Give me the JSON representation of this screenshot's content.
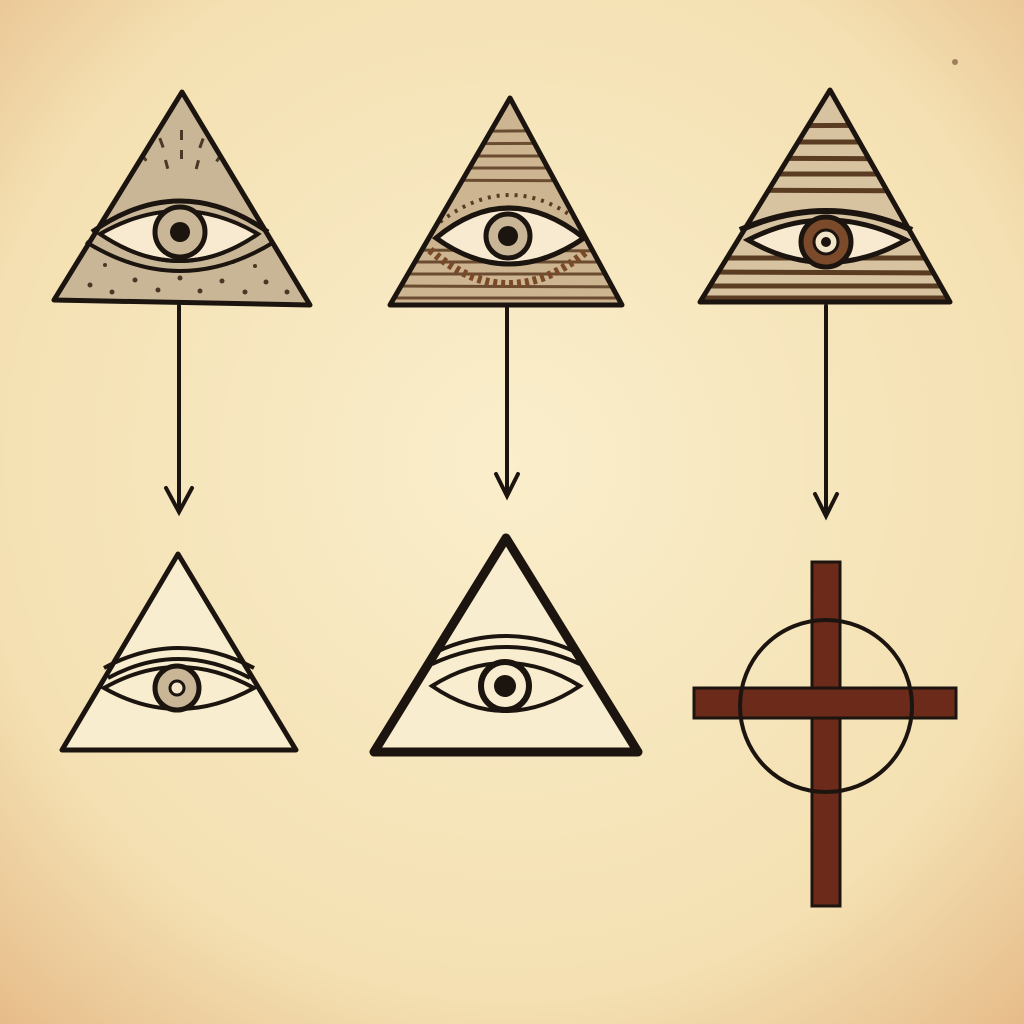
{
  "palette": {
    "paper": "#f7e9c2",
    "paper_edge": "#e9c18e",
    "ink": "#1b140f",
    "sepia_fill": "#c7b394",
    "sepia_dark": "#7a5a3a",
    "cross_brown": "#6b2a1a"
  },
  "figures": [
    {
      "name": "triangle-eye-dotted",
      "row": "top",
      "column": 1,
      "icon": "eye-in-triangle-icon",
      "pattern": "dotted"
    },
    {
      "name": "triangle-eye-striped",
      "row": "top",
      "column": 2,
      "icon": "eye-in-triangle-icon",
      "pattern": "striped"
    },
    {
      "name": "triangle-eye-banded",
      "row": "top",
      "column": 3,
      "icon": "eye-in-triangle-icon",
      "pattern": "banded"
    },
    {
      "name": "triangle-eye-plain",
      "row": "bottom",
      "column": 1,
      "icon": "eye-in-triangle-icon",
      "pattern": "plain"
    },
    {
      "name": "triangle-eye-bold",
      "row": "bottom",
      "column": 2,
      "icon": "eye-in-triangle-icon",
      "pattern": "bold-outline"
    },
    {
      "name": "circle-cross",
      "row": "bottom",
      "column": 3,
      "icon": "circle-cross-icon",
      "pattern": "solid"
    }
  ],
  "arrows": [
    {
      "from_column": 1,
      "icon": "arrow-down-icon"
    },
    {
      "from_column": 2,
      "icon": "arrow-down-icon"
    },
    {
      "from_column": 3,
      "icon": "arrow-down-icon"
    }
  ]
}
